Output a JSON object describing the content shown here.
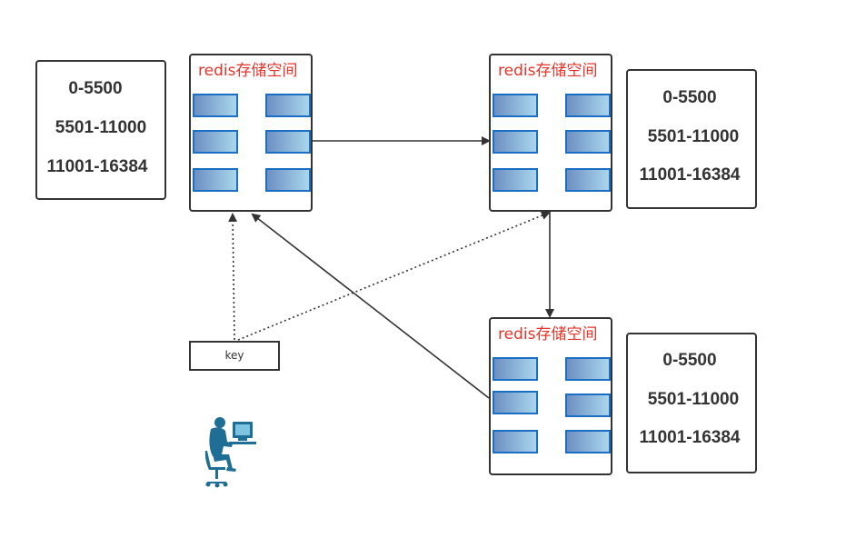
{
  "slot_ranges": [
    {
      "r1": "0-5500",
      "r2": "5501-11000",
      "r3": "11001-16384"
    },
    {
      "r1": "0-5500",
      "r2": "5501-11000",
      "r3": "11001-16384"
    },
    {
      "r1": "0-5500",
      "r2": "5501-11000",
      "r3": "11001-16384"
    }
  ],
  "nodes": [
    {
      "title": "redis存储空间"
    },
    {
      "title": "redis存储空间"
    },
    {
      "title": "redis存储空间"
    }
  ],
  "key_label": "key",
  "colors": {
    "title": "#e8332a",
    "slot_border": "#1a6fc4",
    "slot_fill_start": "#6d8fc4",
    "slot_fill_end": "#a9d6ec",
    "line": "#333333",
    "user_icon": "#1f6e96"
  },
  "icons": {
    "user": "person-at-computer-icon"
  }
}
